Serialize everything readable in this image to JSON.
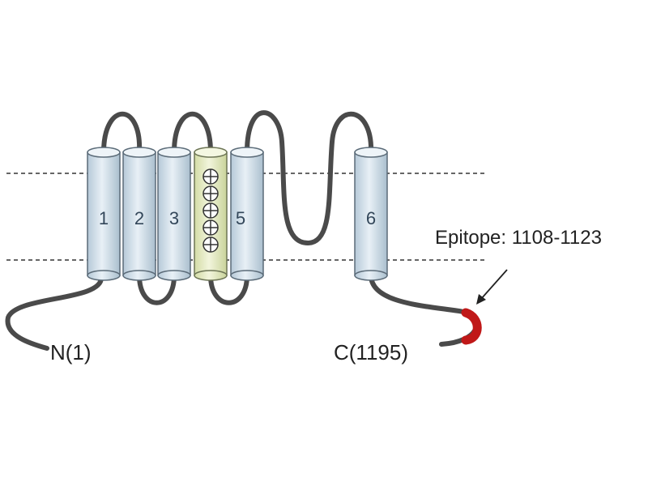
{
  "diagram": {
    "helix_labels": [
      "1",
      "2",
      "3",
      "5",
      "6"
    ],
    "charged_symbol": "⊕",
    "n_terminus_label": "N(1)",
    "c_terminus_label": "C(1195)",
    "epitope_label": "Epitope: 1108-1123"
  },
  "colors": {
    "helix_fill": "#d7e4ee",
    "helix_stroke": "#5b6b78",
    "charged_helix_fill": "#e6ecc4",
    "loop_stroke": "#4a4a4a",
    "membrane_line": "#333333",
    "epitope": "#c01818"
  }
}
